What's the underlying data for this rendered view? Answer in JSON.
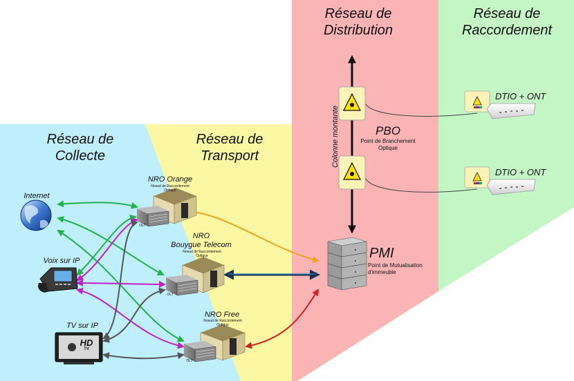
{
  "zones": {
    "collecte": {
      "title_line1": "Réseau de",
      "title_line2": "Collecte",
      "color": "#bfeefc"
    },
    "transport": {
      "title_line1": "Réseau de",
      "title_line2": "Transport",
      "color": "#fbf7a3"
    },
    "distribution": {
      "title_line1": "Réseau de",
      "title_line2": "Distribution",
      "color": "#fbb4b4"
    },
    "raccordement": {
      "title_line1": "Réseau de",
      "title_line2": "Raccordement",
      "color": "#c4f5c4"
    }
  },
  "services": {
    "internet": "Internet",
    "voip": "Voix sur IP",
    "tv": "TV sur IP",
    "tv_screen_text": "HD",
    "tv_screen_sub": "TV"
  },
  "nro": {
    "orange": {
      "name": "NRO Orange",
      "desc": "Noeud de Raccordement Optique",
      "olt": "OLT"
    },
    "bouygues": {
      "name_line1": "NRO",
      "name_line2": "Bouygue Telecom",
      "desc": "Noeud de Raccordement Optique",
      "olt": "OLT"
    },
    "free": {
      "name": "NRO Free",
      "desc": "Noeud de Raccordement Optique",
      "olt": "OLT"
    }
  },
  "pmi": {
    "name": "PMI",
    "desc_line1": "Point de Mutualisation",
    "desc_line2": "d'immeuble"
  },
  "pbo": {
    "name": "PBO",
    "desc_line1": "Point de Branchement",
    "desc_line2": "Optique"
  },
  "colonne": "Colonne montante",
  "dtio": {
    "label_top": "DTIO + ONT",
    "label_bottom": "DTIO + ONT"
  },
  "link_colors": {
    "green": "#22b04a",
    "magenta": "#c020c8",
    "gray": "#555555",
    "orange": "#f5a020",
    "blue": "#3080c0",
    "red": "#d02020"
  }
}
